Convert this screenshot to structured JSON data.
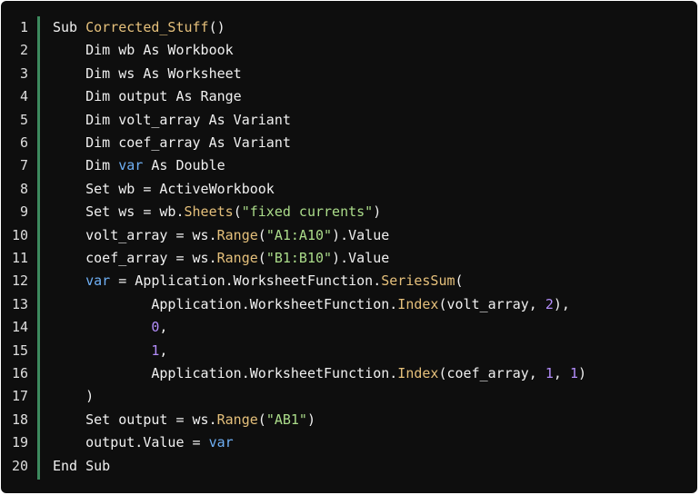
{
  "code_block": {
    "line_numbers": [
      "1",
      "2",
      "3",
      "4",
      "5",
      "6",
      "7",
      "8",
      "9",
      "10",
      "11",
      "12",
      "13",
      "14",
      "15",
      "16",
      "17",
      "18",
      "19",
      "20"
    ],
    "lines": [
      [
        {
          "t": "kw",
          "v": "Sub "
        },
        {
          "t": "fn",
          "v": "Corrected_Stuff"
        },
        {
          "t": "plain",
          "v": "()"
        }
      ],
      [
        {
          "t": "plain",
          "v": "    Dim wb As Workbook"
        }
      ],
      [
        {
          "t": "plain",
          "v": "    Dim ws As Worksheet"
        }
      ],
      [
        {
          "t": "plain",
          "v": "    Dim output As Range"
        }
      ],
      [
        {
          "t": "plain",
          "v": "    Dim volt_array As Variant"
        }
      ],
      [
        {
          "t": "plain",
          "v": "    Dim coef_array As Variant"
        }
      ],
      [
        {
          "t": "plain",
          "v": "    Dim "
        },
        {
          "t": "var",
          "v": "var"
        },
        {
          "t": "plain",
          "v": " As Double"
        }
      ],
      [
        {
          "t": "plain",
          "v": "    Set wb = ActiveWorkbook"
        }
      ],
      [
        {
          "t": "plain",
          "v": "    Set ws = wb."
        },
        {
          "t": "fn",
          "v": "Sheets"
        },
        {
          "t": "plain",
          "v": "("
        },
        {
          "t": "str",
          "v": "\"fixed currents\""
        },
        {
          "t": "plain",
          "v": ")"
        }
      ],
      [
        {
          "t": "plain",
          "v": "    volt_array = ws."
        },
        {
          "t": "fn",
          "v": "Range"
        },
        {
          "t": "plain",
          "v": "("
        },
        {
          "t": "str",
          "v": "\"A1:A10\""
        },
        {
          "t": "plain",
          "v": ").Value"
        }
      ],
      [
        {
          "t": "plain",
          "v": "    coef_array = ws."
        },
        {
          "t": "fn",
          "v": "Range"
        },
        {
          "t": "plain",
          "v": "("
        },
        {
          "t": "str",
          "v": "\"B1:B10\""
        },
        {
          "t": "plain",
          "v": ").Value"
        }
      ],
      [
        {
          "t": "plain",
          "v": "    "
        },
        {
          "t": "var",
          "v": "var"
        },
        {
          "t": "plain",
          "v": " = Application.WorksheetFunction."
        },
        {
          "t": "fn",
          "v": "SeriesSum"
        },
        {
          "t": "plain",
          "v": "("
        }
      ],
      [
        {
          "t": "plain",
          "v": "            Application.WorksheetFunction."
        },
        {
          "t": "fn",
          "v": "Index"
        },
        {
          "t": "plain",
          "v": "(volt_array, "
        },
        {
          "t": "num",
          "v": "2"
        },
        {
          "t": "plain",
          "v": "),"
        }
      ],
      [
        {
          "t": "plain",
          "v": "            "
        },
        {
          "t": "num",
          "v": "0"
        },
        {
          "t": "plain",
          "v": ","
        }
      ],
      [
        {
          "t": "plain",
          "v": "            "
        },
        {
          "t": "num",
          "v": "1"
        },
        {
          "t": "plain",
          "v": ","
        }
      ],
      [
        {
          "t": "plain",
          "v": "            Application.WorksheetFunction."
        },
        {
          "t": "fn",
          "v": "Index"
        },
        {
          "t": "plain",
          "v": "(coef_array, "
        },
        {
          "t": "num",
          "v": "1"
        },
        {
          "t": "plain",
          "v": ", "
        },
        {
          "t": "num",
          "v": "1"
        },
        {
          "t": "plain",
          "v": ")"
        }
      ],
      [
        {
          "t": "plain",
          "v": "    )"
        }
      ],
      [
        {
          "t": "plain",
          "v": "    Set output = ws."
        },
        {
          "t": "fn",
          "v": "Range"
        },
        {
          "t": "plain",
          "v": "("
        },
        {
          "t": "str",
          "v": "\"AB1\""
        },
        {
          "t": "plain",
          "v": ")"
        }
      ],
      [
        {
          "t": "plain",
          "v": "    output.Value = "
        },
        {
          "t": "var",
          "v": "var"
        }
      ],
      [
        {
          "t": "kw",
          "v": "End Sub"
        }
      ]
    ]
  },
  "colors": {
    "background": "#0e0e0e",
    "gutter_border": "#3d8a5e",
    "text": "#f0f0f0",
    "function": "#e5c07b",
    "string": "#abdc8a",
    "number": "#b38dfa",
    "variable": "#6fb0f5"
  }
}
